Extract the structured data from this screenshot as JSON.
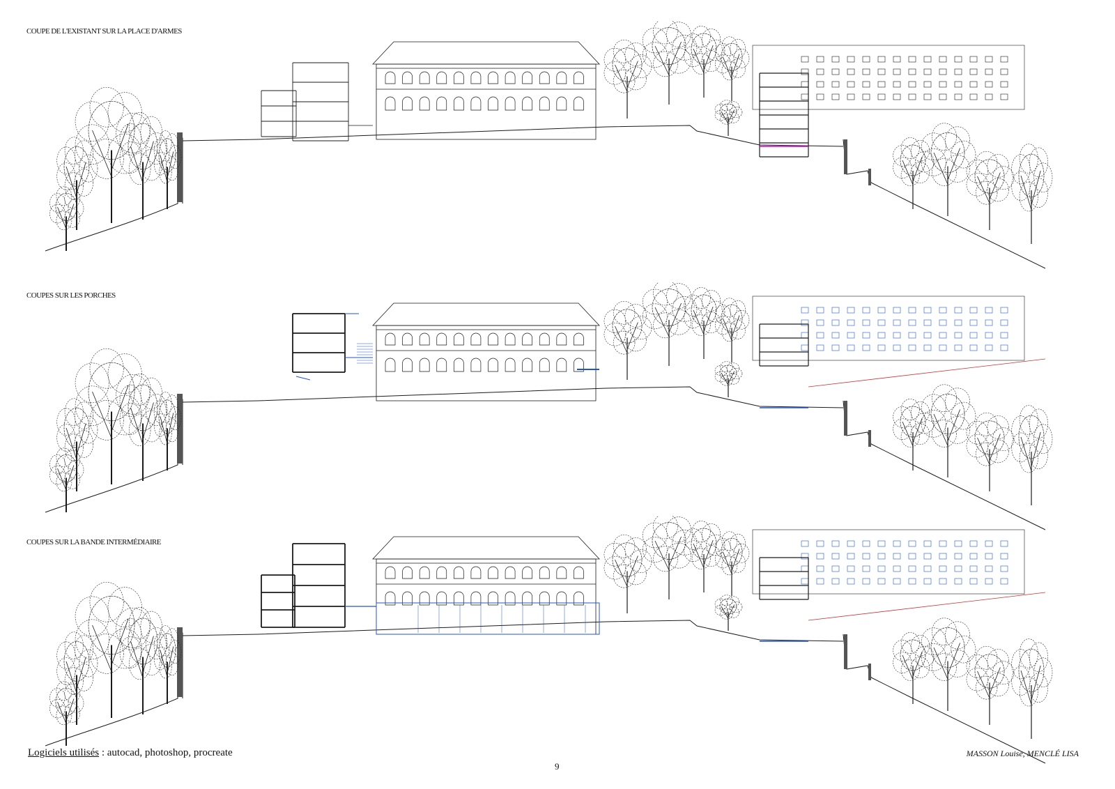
{
  "sections": [
    {
      "id": "existant",
      "title": "COUPE DE L'EXISTANT SUR LA PLACE D'ARMES",
      "variant": "existing"
    },
    {
      "id": "porches",
      "title": "COUPES SUR LES PORCHES",
      "variant": "porches"
    },
    {
      "id": "bande",
      "title": "COUPES SUR LA BANDE INTERMÉDIAIRE",
      "variant": "bande"
    }
  ],
  "footer": {
    "software_label": "Logiciels utilisés",
    "software_list": " : autocad, photoshop, procreate",
    "authors": "MASSON Louise, MENCLÉ LISA",
    "page_number": "9"
  },
  "colors": {
    "line": "#1a1a1a",
    "proposal": "#2255cc",
    "annotation": "#cc00cc",
    "red": "#d03030",
    "foliage": "#2a2a2a"
  }
}
